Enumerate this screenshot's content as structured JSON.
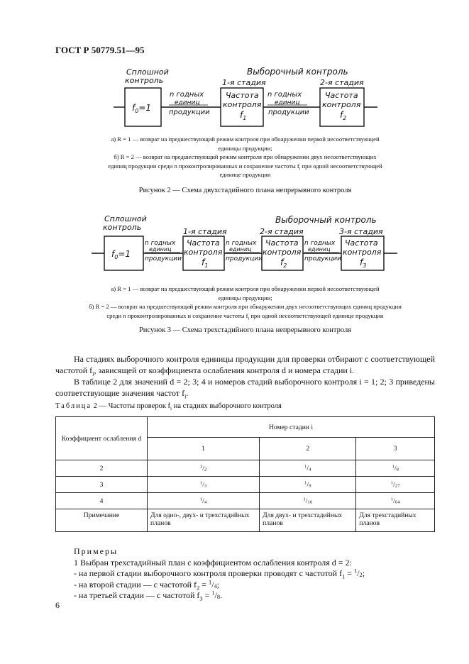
{
  "header": "ГОСТ Р 50779.51—95",
  "fig2": {
    "continuous_label_1": "Сплошной",
    "continuous_label_2": "контроль",
    "selective_title": "Выборочный контроль",
    "box0_label": "f",
    "box0_sub": "0",
    "box0_rest": "=1",
    "stage1": "1-я стадия",
    "stage2": "2-я стадия",
    "box1_l1": "Частота",
    "box1_l2": "контроля",
    "box1_f": "f",
    "box1_sub": "1",
    "box2_l1": "Частота",
    "box2_l2": "контроля",
    "box2_f": "f",
    "box2_sub": "2",
    "arrow_top": "n годных",
    "arrow_mid": "единиц",
    "arrow_bot": "продукции",
    "note_a_1": "а) R = 1 — возврат на предшествующий режим контроля при обнаружении первой несоответствующей",
    "note_a_2": "единицы продукции;",
    "note_b_1": "б) R = 2 — возврат на предшествующий режим контроля при обнаружении двух несоответствующих",
    "note_b_2": "единиц продукции среди n проконтролированных и сохранение частоты f",
    "note_b_2_sub": "i",
    "note_b_2_end": " при одной несоответствующей",
    "note_b_3": "единице продукции",
    "caption": "Рисунок 2 — Схема двухстадийного плана непрерывного контроля"
  },
  "fig3": {
    "continuous_label_1": "Сплошной",
    "continuous_label_2": "контроль",
    "selective_title": "Выборочный контроль",
    "stage1": "1-я стадия",
    "stage2": "2-я стадия",
    "stage3": "3-я стадия",
    "box_l1": "Частота",
    "box_l2": "контроля",
    "f": "f",
    "sub0": "0",
    "eq1": "=1",
    "sub1": "1",
    "sub2": "2",
    "sub3": "3",
    "arrow_top": "n годных",
    "arrow_mid": "единиц",
    "arrow_bot": "продукции",
    "note_a_1": "а) R = 1 — возврат на предшествующий режим контроля при обнаружении первой несоответствующей",
    "note_a_2": "единицы продукции;",
    "note_b_1": "б) R = 2 — возврат на предшествующий режим контроля при обнаружении двух несоответствующих единиц продукции",
    "note_b_2": "среди n проконтролированных и сохранение частоты f",
    "note_b_2_sub": "i",
    "note_b_2_end": " при одной несоответствующей единице продукции",
    "caption": "Рисунок 3 — Схема трехстадийного плана непрерывного контроля"
  },
  "body": {
    "p1": "На стадиях выборочного контроля единицы продукции для проверки отбирают с соответствующей частотой f",
    "p1_sub": "i",
    "p1_end": ", зависящей от коэффициента ослабления контроля d и номера стадии i.",
    "p2": "В таблице 2 для значений d = 2; 3; 4 и номеров стадий выборочного контроля i = 1; 2; 3 приведены соответствующие значения частот f",
    "p2_sub": "i",
    "p2_end": "."
  },
  "table": {
    "title_prefix": "Таблица",
    "title_rest": " 2 — Частоты проверок f",
    "title_sub": "i",
    "title_end": " на стадиях выборочного контроля",
    "col_d": "Коэффициент ослабления d",
    "col_stage": "Номер стадии i",
    "stages": [
      "1",
      "2",
      "3"
    ],
    "rows": [
      {
        "d": "2",
        "v": [
          [
            "1",
            "2"
          ],
          [
            "1",
            "4"
          ],
          [
            "1",
            "8"
          ]
        ]
      },
      {
        "d": "3",
        "v": [
          [
            "1",
            "3"
          ],
          [
            "1",
            "9"
          ],
          [
            "1",
            "27"
          ]
        ]
      },
      {
        "d": "4",
        "v": [
          [
            "1",
            "4"
          ],
          [
            "1",
            "16"
          ],
          [
            "1",
            "64"
          ]
        ]
      }
    ],
    "note_label": "Примечание",
    "note1": "Для одно-, двух- и трехстадийных планов",
    "note2": "Для двух- и трехстадийных планов",
    "note3": "Для трехстадийных планов"
  },
  "examples": {
    "title": "Примеры",
    "l1": "1 Выбран трехстадийный план с коэффициентом ослабления контроля d = 2:",
    "l2": "- на первой стадии выборочного контроля проверки проводят с частотой f",
    "l2_sub": "1",
    "l2_eq": " = ",
    "l2_num": "1",
    "l2_den": "2",
    "l2_end": ";",
    "l3": "- на второй стадии — с частотой f",
    "l3_sub": "2",
    "l3_eq": " = ",
    "l3_num": "1",
    "l3_den": "4",
    "l3_end": ";",
    "l4": "- на третьей стадии — с частотой f",
    "l4_sub": "3",
    "l4_eq": " = ",
    "l4_num": "1",
    "l4_den": "8",
    "l4_end": "."
  },
  "page_number": "6"
}
